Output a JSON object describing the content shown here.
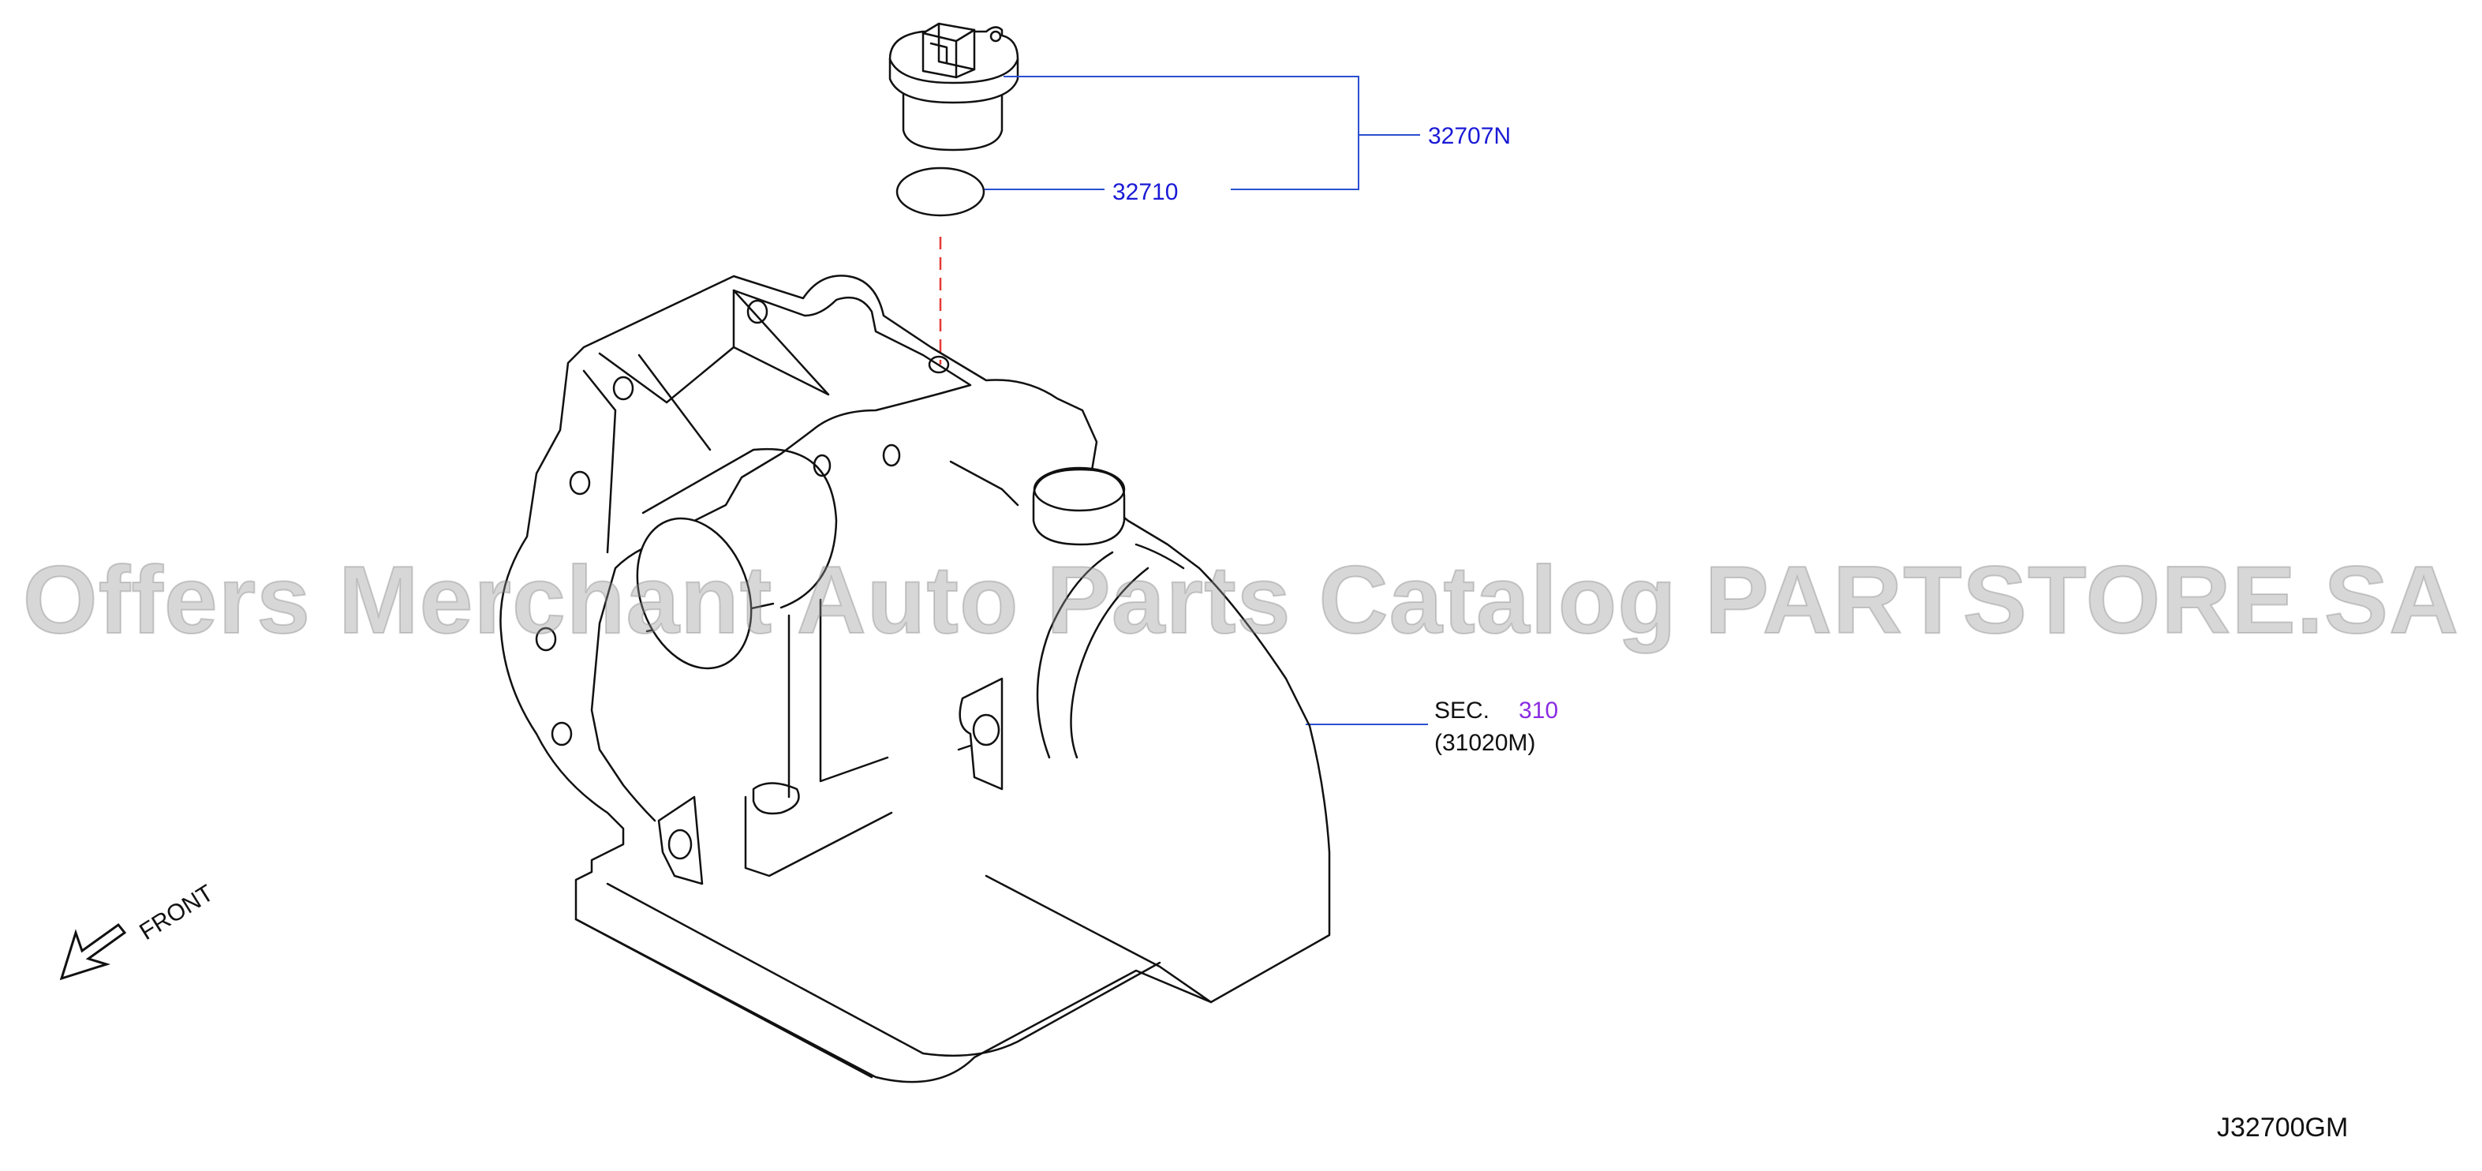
{
  "callouts": {
    "filler_cap_assembly": "32707N",
    "o_ring": "32710",
    "section_prefix": "SEC.",
    "section_number": "310",
    "section_subref": "(31020M)"
  },
  "direction_label": "FRONT",
  "diagram_code": "J32700GM",
  "watermark": "Offers Merchant Auto Parts Catalog PARTSTORE.SA",
  "colors": {
    "callout_text": "#1a1ad6",
    "section_link": "#8a2be2",
    "leader_line": "#2a4fd0",
    "dashed_guide": "#e53935",
    "line_art": "#111111"
  },
  "icons": [
    "front-arrow-icon"
  ]
}
